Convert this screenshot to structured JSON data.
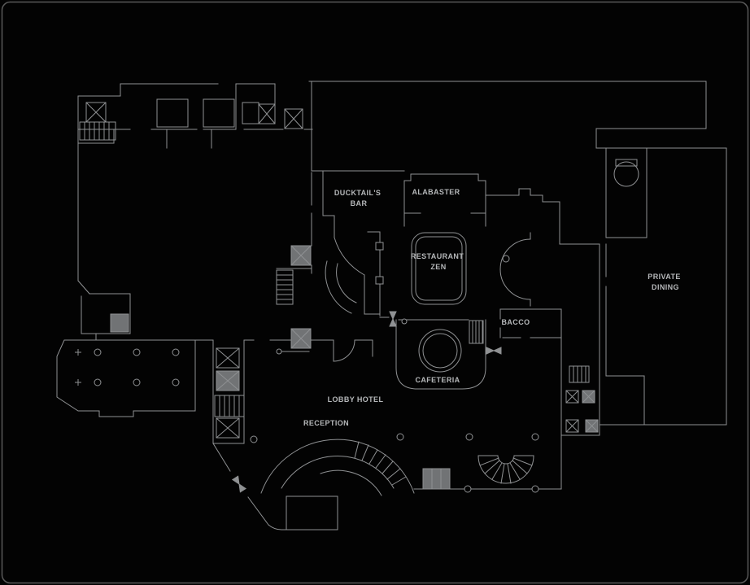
{
  "window": {
    "background": "#030303",
    "frame_border": "#5a5a5a"
  },
  "floorplan": {
    "description": "Hotel ground-floor architectural plan",
    "line_color": "#8f9193",
    "accent_fill": "#717375",
    "label_color": "#b6b8ba",
    "icons": [
      "elevator-icon",
      "stair-icon",
      "column-icon",
      "double-door-icon",
      "door-swing-icon",
      "spiral-stair-icon",
      "reception-desk-arc"
    ],
    "rooms": [
      {
        "id": "ducktails-bar",
        "lines": [
          "DUCKTAIL'S",
          "BAR"
        ]
      },
      {
        "id": "alabaster",
        "lines": [
          "ALABASTER"
        ]
      },
      {
        "id": "restaurant-zen",
        "lines": [
          "RESTAURANT",
          "ZEN"
        ]
      },
      {
        "id": "bacco",
        "lines": [
          "BACCO"
        ]
      },
      {
        "id": "private-dining",
        "lines": [
          "PRIVATE",
          "DINING"
        ]
      },
      {
        "id": "cafeteria",
        "lines": [
          "CAFETERIA"
        ]
      },
      {
        "id": "lobby-hotel",
        "lines": [
          "LOBBY HOTEL"
        ]
      },
      {
        "id": "reception",
        "lines": [
          "RECEPTION"
        ]
      }
    ]
  }
}
